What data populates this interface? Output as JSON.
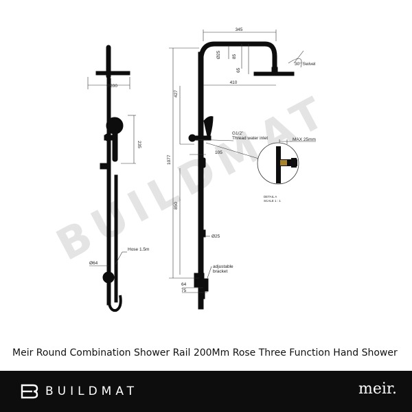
{
  "watermark": "BUILDMAT",
  "caption": "Meir Round Combination Shower Rail 200Mm Rose Three Function Hand Shower",
  "footer": {
    "logo_text": "BUILDMAT",
    "brand": "meir."
  },
  "labels": {
    "d200": "Ø200",
    "d235": "235",
    "hose": "Hose 1.5m",
    "d64": "Ø64",
    "w345": "345",
    "d25_top": "Ø25",
    "h85": "85",
    "h65": "65",
    "swivel": "30° Swivel",
    "w410": "410",
    "h427": "427",
    "h1077": "1077",
    "h850": "850",
    "inlet_size": "G1/2\"",
    "inlet_text": "Thread water inlet",
    "w105": "105",
    "max25": "MAX 25mm",
    "detail": "DETAIL A",
    "scale": "SCALE 1 : 1",
    "d25_rail": "Ø25",
    "adj1": "adjustable",
    "adj2": "bracket",
    "w64": "64",
    "w75": "75"
  }
}
